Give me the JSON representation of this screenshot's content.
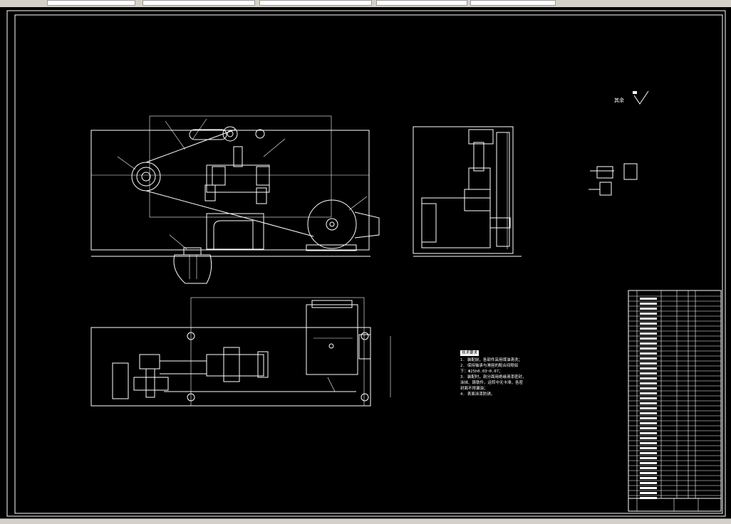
{
  "toolbar": {
    "fields": [
      "",
      "",
      "",
      "",
      ""
    ]
  },
  "drawing": {
    "roughness_label": "其余",
    "technical_notes": {
      "title": "技术要求",
      "lines": [
        "1. 装配前，各部件采用煤油清洗；",
        "2. 保持轴承与滑座的配合间隙如",
        "下：Φ25h0.03~0.07；",
        "3. 装配时，剖分面用绝缘清漆密封，",
        "涂抹、铸铁件，运转中无卡滞，各密",
        "封面不得漏油；",
        "4. 表面涂漆防锈。"
      ]
    }
  },
  "colors": {
    "background": "#000000",
    "lines": "#ffffff",
    "chrome": "#d4d0c8"
  }
}
